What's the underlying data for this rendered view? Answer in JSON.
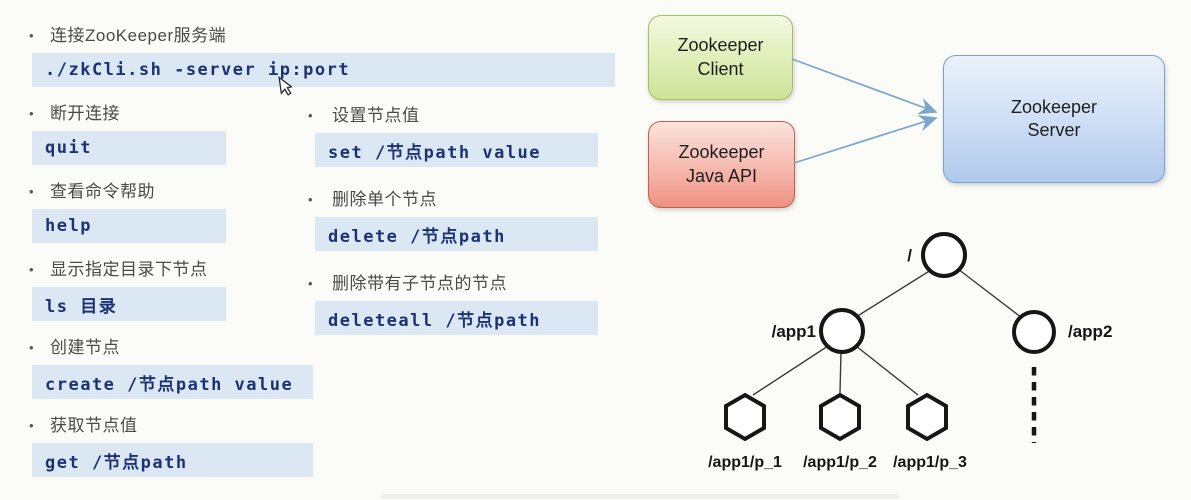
{
  "colors": {
    "page_bg": "#fbfbf8",
    "code_bg": "#dbe8f4",
    "code_text": "#1c3272",
    "heading_text": "#4a4a4a",
    "arrow": "#7aa5cc",
    "client_box_fill": "#cde39a",
    "client_box_border": "#a3c064",
    "api_box_fill": "#ef9182",
    "api_box_border": "#c0604e",
    "server_box_fill": "#b0c9ec",
    "server_box_border": "#7ba3d0",
    "tree_stroke": "#161616"
  },
  "bullet_glyph": "•",
  "commands_left": [
    {
      "label": "连接ZooKeeper服务端",
      "command": "./zkCli.sh -server ip:port"
    },
    {
      "label": "断开连接",
      "command": "quit"
    },
    {
      "label": "查看命令帮助",
      "command": "help"
    },
    {
      "label": "显示指定目录下节点",
      "command": "ls 目录"
    },
    {
      "label": "创建节点",
      "command": "create /节点path value"
    },
    {
      "label": "获取节点值",
      "command": "get /节点path"
    }
  ],
  "commands_middle": [
    {
      "label": "设置节点值",
      "command": "set /节点path value"
    },
    {
      "label": "删除单个节点",
      "command": "delete /节点path"
    },
    {
      "label": "删除带有子节点的节点",
      "command": "deleteall /节点path"
    }
  ],
  "architecture": {
    "client_label": "Zookeeper Client",
    "api_label": "Zookeeper Java API",
    "server_label": "Zookeeper Server"
  },
  "tree": {
    "root_label": "/",
    "node_labels": [
      "/app1",
      "/app2"
    ],
    "leaf_labels": [
      "/app1/p_1",
      "/app1/p_2",
      "/app1/p_3"
    ]
  }
}
